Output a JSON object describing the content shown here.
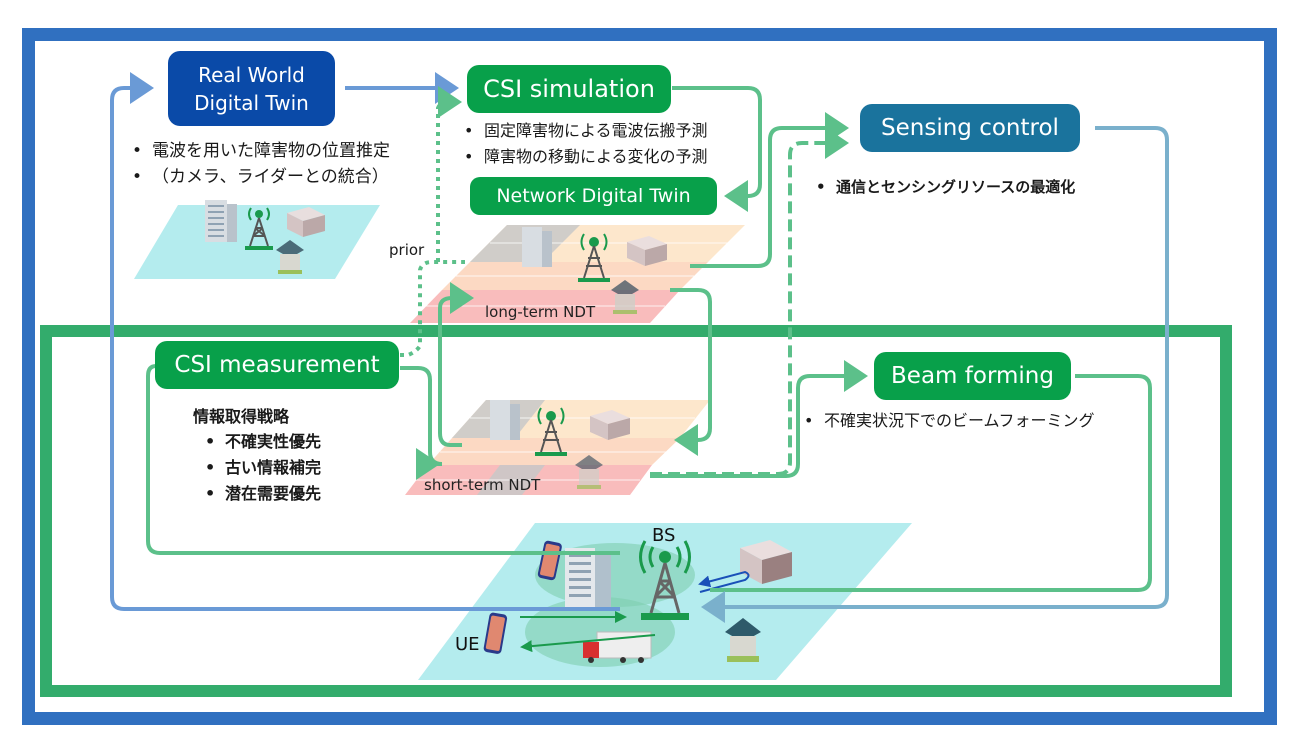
{
  "colors": {
    "outer_frame": "#3070c0",
    "inner_frame": "#33ac6c",
    "real_world_node": "#0a4aa8",
    "sensing_node": "#1a739d",
    "green_node": "#08a04a",
    "flow_blue": "#6a9ad6",
    "flow_green": "#5cc08a",
    "flow_teal": "#7ab0cc",
    "ground_cyan": "#b4ecee"
  },
  "nodes": {
    "real_world_dt": {
      "line1": "Real World",
      "line2": "Digital Twin"
    },
    "csi_simulation": "CSI simulation",
    "network_dt": "Network Digital Twin",
    "sensing_control": "Sensing control",
    "csi_measurement": "CSI measurement",
    "beam_forming": "Beam forming"
  },
  "real_world_bullets": [
    "電波を用いた障害物の位置推定",
    "（カメラ、ライダーとの統合）"
  ],
  "simulation_bullets": [
    "固定障害物による電波伝搬予測",
    "障害物の移動による変化の予測"
  ],
  "sensing_bullets": [
    "通信とセンシングリソースの最適化"
  ],
  "measurement": {
    "heading": "情報取得戦略",
    "bullets": [
      "不確実性優先",
      "古い情報補完",
      "潜在需要優先"
    ]
  },
  "beam_bullets": [
    "不確実状況下でのビームフォーミング"
  ],
  "labels": {
    "prior": "prior",
    "long_term": "long-term NDT",
    "short_term": "short-term NDT",
    "bs": "BS",
    "ue": "UE"
  },
  "icons": [
    "office-tower-icon",
    "radio-tower-icon",
    "apartment-building-icon",
    "house-icon",
    "smartphone-icon",
    "truck-icon"
  ]
}
